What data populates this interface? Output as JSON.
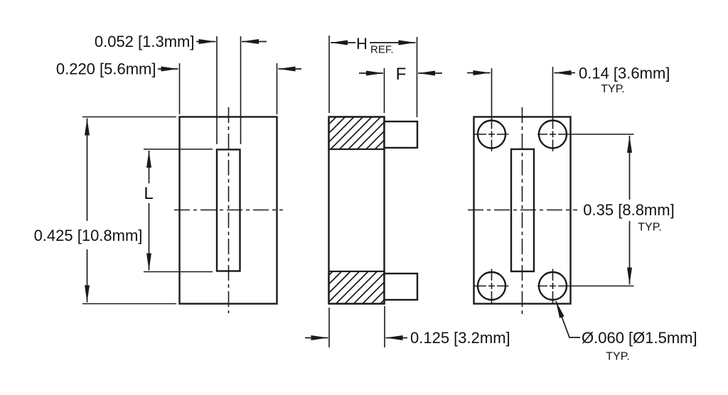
{
  "drawing": {
    "type": "mechanical-dimension-drawing",
    "colors": {
      "line": "#1a1a1a",
      "background": "#ffffff"
    },
    "dims": {
      "slot_width": "0.052 [1.3mm]",
      "overall_width": "0.220 [5.6mm]",
      "overall_height": "0.425 [10.8mm]",
      "slot_length": "L",
      "height_letter": "H",
      "height_ref": "REF.",
      "flange_letter": "F",
      "thickness": "0.125 [3.2mm]",
      "hole_pitch_horizontal": "0.14 [3.6mm]",
      "hole_pitch_horizontal_typ": "TYP.",
      "hole_pitch_vertical": "0.35 [8.8mm]",
      "hole_pitch_vertical_typ": "TYP.",
      "hole_diameter": "Ø.060 [Ø1.5mm]",
      "hole_diameter_typ": "TYP."
    }
  }
}
